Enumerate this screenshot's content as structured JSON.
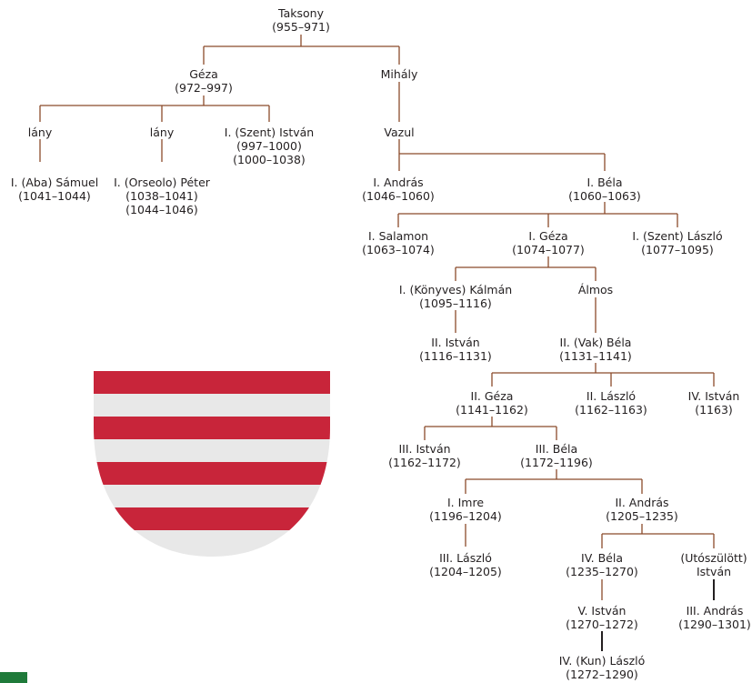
{
  "colors": {
    "connector": "#8b4a2b",
    "shield_red": "#c8253a",
    "shield_silver": "#e8e8e8",
    "corner_mark": "#1f7a3a"
  },
  "nodes": {
    "taksony": {
      "name": "Taksony",
      "years": "(955–971)"
    },
    "geza": {
      "name": "Géza",
      "years": "(972–997)"
    },
    "mihaly": {
      "name": "Mihály"
    },
    "lany1": {
      "name": "lány"
    },
    "lany2": {
      "name": "lány"
    },
    "istvan1": {
      "name": "I. (Szent) István",
      "years": "(997–1000)",
      "years2": "(1000–1038)"
    },
    "vazul": {
      "name": "Vazul"
    },
    "aba_samuel": {
      "name": "I. (Aba) Sámuel",
      "years": "(1041–1044)"
    },
    "orseolo_peter": {
      "name": "I. (Orseolo) Péter",
      "years": "(1038–1041)",
      "years2": "(1044–1046)"
    },
    "andras1": {
      "name": "I. András",
      "years": "(1046–1060)"
    },
    "bela1": {
      "name": "I. Béla",
      "years": "(1060–1063)"
    },
    "salamon": {
      "name": "I. Salamon",
      "years": "(1063–1074)"
    },
    "geza1": {
      "name": "I. Géza",
      "years": "(1074–1077)"
    },
    "laszlo1": {
      "name": "I. (Szent) László",
      "years": "(1077–1095)"
    },
    "kalman": {
      "name": "I. (Könyves) Kálmán",
      "years": "(1095–1116)"
    },
    "almos": {
      "name": "Álmos"
    },
    "istvan2": {
      "name": "II. István",
      "years": "(1116–1131)"
    },
    "bela2": {
      "name": "II. (Vak) Béla",
      "years": "(1131–1141)"
    },
    "geza2": {
      "name": "II. Géza",
      "years": "(1141–1162)"
    },
    "laszlo2": {
      "name": "II. László",
      "years": "(1162–1163)"
    },
    "istvan4": {
      "name": "IV. István",
      "years": "(1163)"
    },
    "istvan3": {
      "name": "III. István",
      "years": "(1162–1172)"
    },
    "bela3": {
      "name": "III. Béla",
      "years": "(1172–1196)"
    },
    "imre": {
      "name": "I. Imre",
      "years": "(1196–1204)"
    },
    "andras2": {
      "name": "II. András",
      "years": "(1205–1235)"
    },
    "laszlo3": {
      "name": "III. László",
      "years": "(1204–1205)"
    },
    "bela4": {
      "name": "IV. Béla",
      "years": "(1235–1270)"
    },
    "utoszulott": {
      "name": "(Utószülött)",
      "years": "István"
    },
    "istvan5": {
      "name": "V. István",
      "years": "(1270–1272)"
    },
    "andras3": {
      "name": "III. András",
      "years": "(1290–1301)"
    },
    "laszlo4": {
      "name": "IV. (Kun) László",
      "years": "(1272–1290)"
    }
  }
}
